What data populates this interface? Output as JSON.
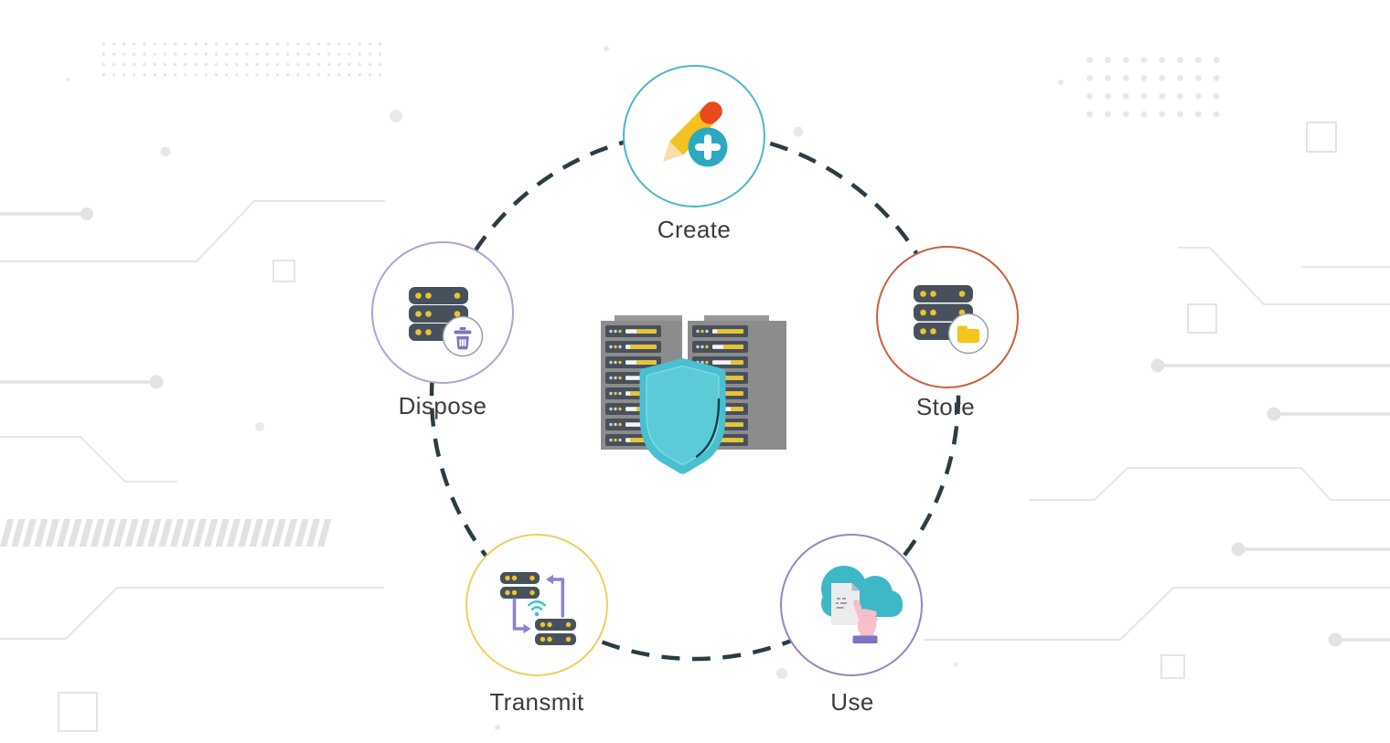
{
  "diagram": {
    "type": "cycle",
    "subject": "data-lifecycle-protection",
    "center": {
      "icon": "server-racks-shield-icon",
      "description_icon_parts": [
        "server-rack",
        "server-rack",
        "shield"
      ]
    },
    "connector": {
      "style": "dashed-circle",
      "color": "#293d43"
    },
    "nodes": [
      {
        "id": "create",
        "label": "Create",
        "position": "top",
        "icon": "pencil-plus-icon",
        "ring_color": "#49b7c7"
      },
      {
        "id": "store",
        "label": "Store",
        "position": "right",
        "icon": "server-folder-icon",
        "ring_color": "#cb5e3b"
      },
      {
        "id": "use",
        "label": "Use",
        "position": "bottom-right",
        "icon": "cloud-touch-icon",
        "ring_color": "#8f89c0"
      },
      {
        "id": "transmit",
        "label": "Transmit",
        "position": "bottom-left",
        "icon": "server-transfer-icon",
        "ring_color": "#f0d05c"
      },
      {
        "id": "dispose",
        "label": "Dispose",
        "position": "left",
        "icon": "server-trash-icon",
        "ring_color": "#aaa6d4"
      }
    ],
    "palette": {
      "ring_create": "#49b7c7",
      "ring_store": "#cb5e3b",
      "ring_use": "#8f89c0",
      "ring_transmit": "#f0d05c",
      "ring_dispose": "#aaa6d4",
      "dashed_connector": "#293d43",
      "shield_teal": "#49c0d1",
      "server_slate": "#47515d",
      "accent_yellow": "#f3c31f",
      "accent_orange_red": "#e84a1d",
      "accent_purple": "#7c75c2",
      "label_text": "#3c3c3c",
      "background_pattern_gray": "#e6e6e8"
    }
  }
}
